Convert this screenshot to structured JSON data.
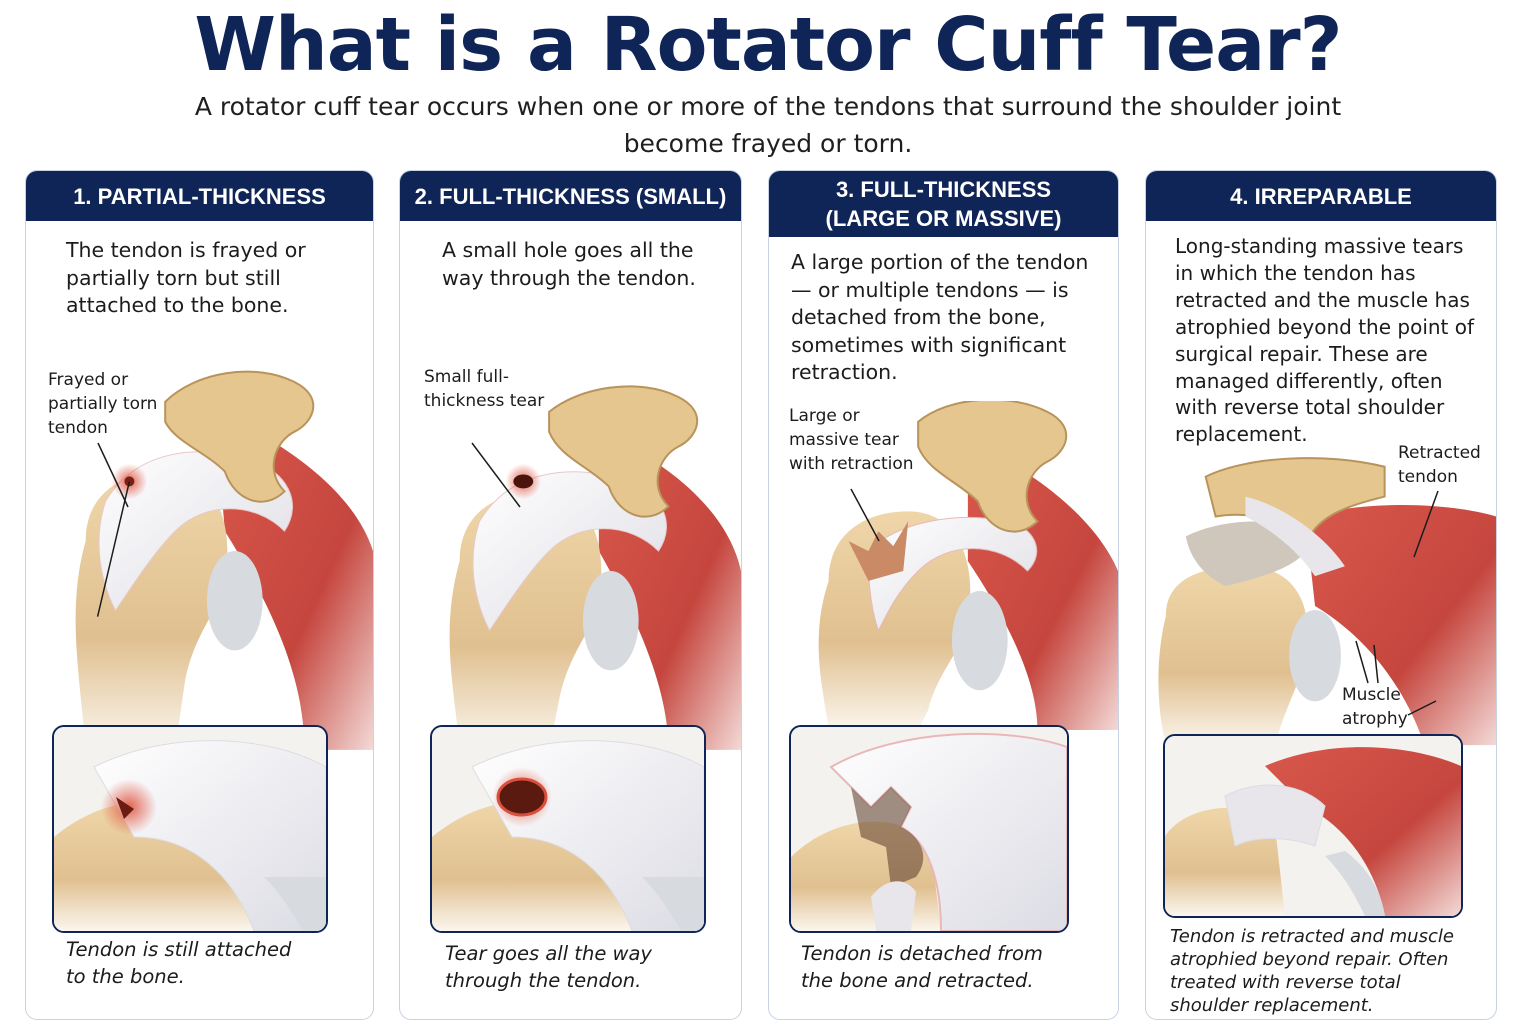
{
  "title": "What is a Rotator Cuff Tear?",
  "subtitle": "A rotator cuff tear occurs when one or more of the tendons that surround the shoulder joint become frayed or torn.",
  "colors": {
    "header": "#0f2457",
    "bone": "#e2c596",
    "muscle": "#c84a40",
    "tendon": "#eeeef2",
    "cartilage": "#d7dbe0"
  },
  "cards": [
    {
      "heading": "1. PARTIAL-THICKNESS",
      "description": "The tendon is frayed or partially torn but still attached to the bone.",
      "callout": "Frayed or partially torn tendon",
      "caption": "Tendon is still attached to the bone."
    },
    {
      "heading": "2. FULL-THICKNESS (SMALL)",
      "description": "A small hole goes all the way through the tendon.",
      "callout": "Small full-thickness tear",
      "caption": "Tear goes all the way through the tendon."
    },
    {
      "heading": "3. FULL-THICKNESS (LARGE OR MASSIVE)",
      "description": "A large portion of the tendon — or multiple tendons — is detached from the bone, sometimes with significant retraction.",
      "callout": "Large or massive tear with retraction",
      "caption": "Tendon is detached from the bone and retracted."
    },
    {
      "heading": "4. IRREPARABLE",
      "description": "Long-standing massive tears in which the tendon has retracted and the muscle has atrophied beyond the point of surgical repair. These are managed differently, often with reverse total shoulder replacement.",
      "callout": "Retracted tendon",
      "callout2": "Muscle atrophy",
      "caption": "Tendon is retracted and muscle atrophied beyond repair. Often treated with reverse total shoulder replacement."
    }
  ]
}
